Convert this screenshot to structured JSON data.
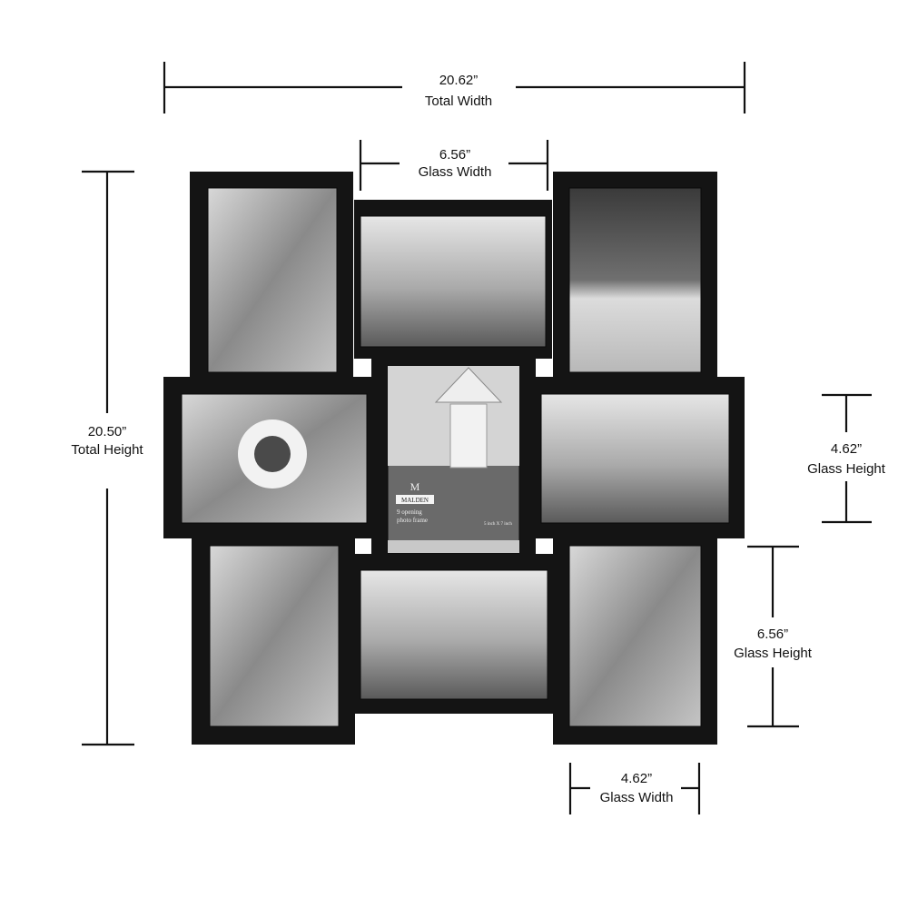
{
  "dimensions": {
    "total_width": {
      "value": "20.62”",
      "label": "Total Width"
    },
    "glass_width_top": {
      "value": "6.56”",
      "label": "Glass Width"
    },
    "total_height": {
      "value": "20.50”",
      "label": "Total Height"
    },
    "glass_height_right": {
      "value": "4.62”",
      "label": "Glass Height"
    },
    "glass_height_lower": {
      "value": "6.56”",
      "label": "Glass Height"
    },
    "glass_width_bottom": {
      "value": "4.62”",
      "label": "Glass Width"
    }
  },
  "center_insert": {
    "brand": "MALDEN",
    "line1": "9 opening",
    "line2": "photo frame",
    "size": "5 inch X 7 inch"
  },
  "colors": {
    "frame": "#141414",
    "background": "#ffffff"
  }
}
